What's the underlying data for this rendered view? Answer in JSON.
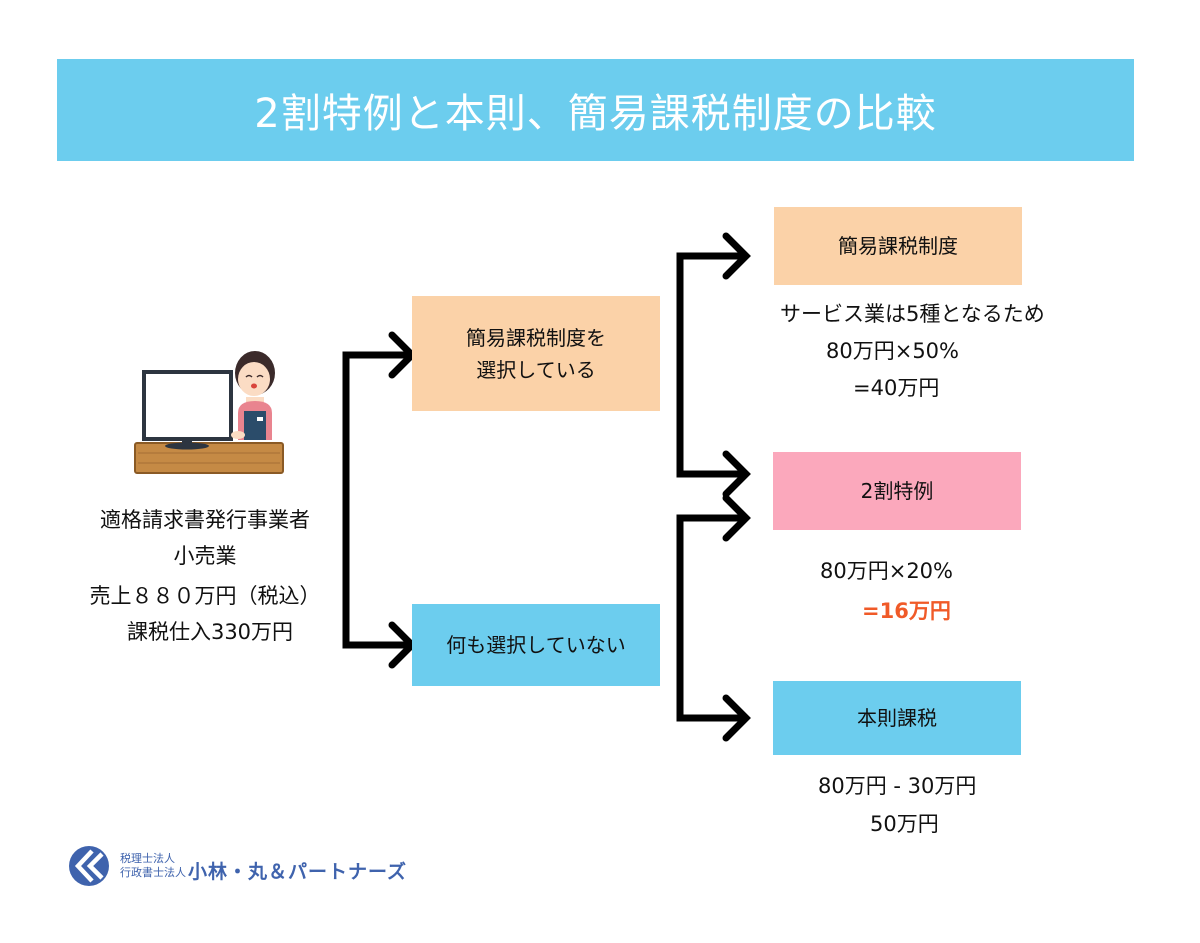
{
  "title": "2割特例と本則、簡易課税制度の比較",
  "business": {
    "illustration": "shopkeeper-at-monitor-illustration",
    "line1": "適格請求書発行事業者",
    "line2": "小売業",
    "line3": "売上８８０万円（税込）",
    "line4": "課税仕入330万円"
  },
  "choices": [
    {
      "line1": "簡易課税制度を",
      "line2": "選択している",
      "color": "#fbd2a8"
    },
    {
      "line1": "何も選択していない",
      "color": "#6ccdee"
    }
  ],
  "results": [
    {
      "label": "簡易課税制度",
      "color": "#fbd2a8",
      "calc": [
        "サービス業は5種となるため",
        "80万円×50%",
        "=40万円"
      ]
    },
    {
      "label": "2割特例",
      "color": "#fba8bc",
      "calc": [
        "80万円×20%",
        "=16万円"
      ],
      "highlight_color": "#f05a28"
    },
    {
      "label": "本則課税",
      "color": "#6ccdee",
      "calc": [
        "80万円 - 30万円",
        "50万円"
      ]
    }
  ],
  "logo": {
    "icon": "chevron-left-double-logo-icon",
    "sub1": "税理士法人",
    "sub2": "行政書士法人",
    "name": "小林・丸＆パートナーズ",
    "color": "#3f63ad"
  }
}
